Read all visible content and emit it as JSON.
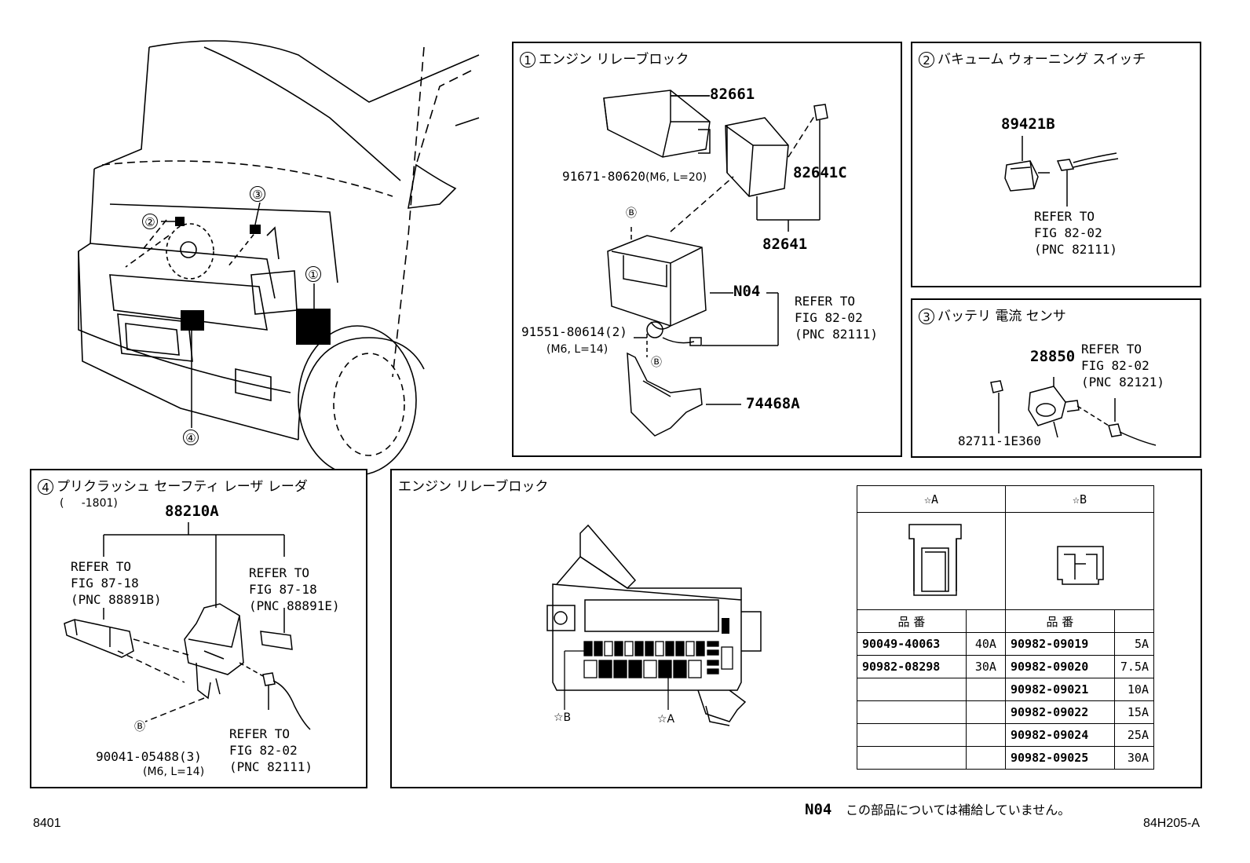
{
  "page_code": "8401",
  "figure_code": "84H205-A",
  "note": {
    "code": "N04",
    "text": "この部品については補給していません。"
  },
  "overview": {
    "callouts": [
      "①",
      "②",
      "③",
      "④"
    ]
  },
  "panel1": {
    "num": "1",
    "title": "エンジン リレーブロック",
    "parts": {
      "p82661": "82661",
      "p82641C": "82641C",
      "p82641": "82641",
      "n04": "N04",
      "p74468A": "74468A",
      "p91671": "91671-80620",
      "p91671_spec": "(M6, L=20)",
      "p91551": "91551-80614(2)",
      "p91551_spec": "(M6, L=14)"
    },
    "ref": "REFER TO\nFIG 82-02\n(PNC 82111)",
    "marks": {
      "b1": "Ⓑ",
      "b2": "Ⓑ"
    }
  },
  "panel2": {
    "num": "2",
    "title": "バキューム ウォーニング スイッチ",
    "part": "89421B",
    "ref": "REFER TO\nFIG 82-02\n(PNC 82111)"
  },
  "panel3": {
    "num": "3",
    "title": "バッテリ 電流 センサ",
    "part": "28850",
    "part2": "82711-1E360",
    "ref": "REFER TO\nFIG 82-02\n(PNC 82121)"
  },
  "panel4": {
    "num": "4",
    "title": "プリクラッシュ セーフティ レーザ レーダ",
    "range": "(     -1801)",
    "part": "88210A",
    "ref_left": "REFER TO\nFIG 87-18\n(PNC 88891B)",
    "ref_right": "REFER TO\nFIG 87-18\n(PNC 88891E)",
    "ref_bottom": "REFER TO\nFIG 82-02\n(PNC 82111)",
    "bolt": "90041-05488(3)",
    "bolt_spec": "(M6, L=14)",
    "mark": "Ⓑ"
  },
  "panel5": {
    "title": "エンジン リレーブロック",
    "label_b": "☆B",
    "label_a": "☆A",
    "table": {
      "head_a": "☆A",
      "head_b": "☆B",
      "sub_a": "品 番",
      "sub_b": "品 番",
      "rows": [
        {
          "a_pn": "90049-40063",
          "a_amp": "40A",
          "b_pn": "90982-09019",
          "b_amp": "5A"
        },
        {
          "a_pn": "90982-08298",
          "a_amp": "30A",
          "b_pn": "90982-09020",
          "b_amp": "7.5A"
        },
        {
          "a_pn": "",
          "a_amp": "",
          "b_pn": "90982-09021",
          "b_amp": "10A"
        },
        {
          "a_pn": "",
          "a_amp": "",
          "b_pn": "90982-09022",
          "b_amp": "15A"
        },
        {
          "a_pn": "",
          "a_amp": "",
          "b_pn": "90982-09024",
          "b_amp": "25A"
        },
        {
          "a_pn": "",
          "a_amp": "",
          "b_pn": "90982-09025",
          "b_amp": "30A"
        }
      ]
    }
  }
}
